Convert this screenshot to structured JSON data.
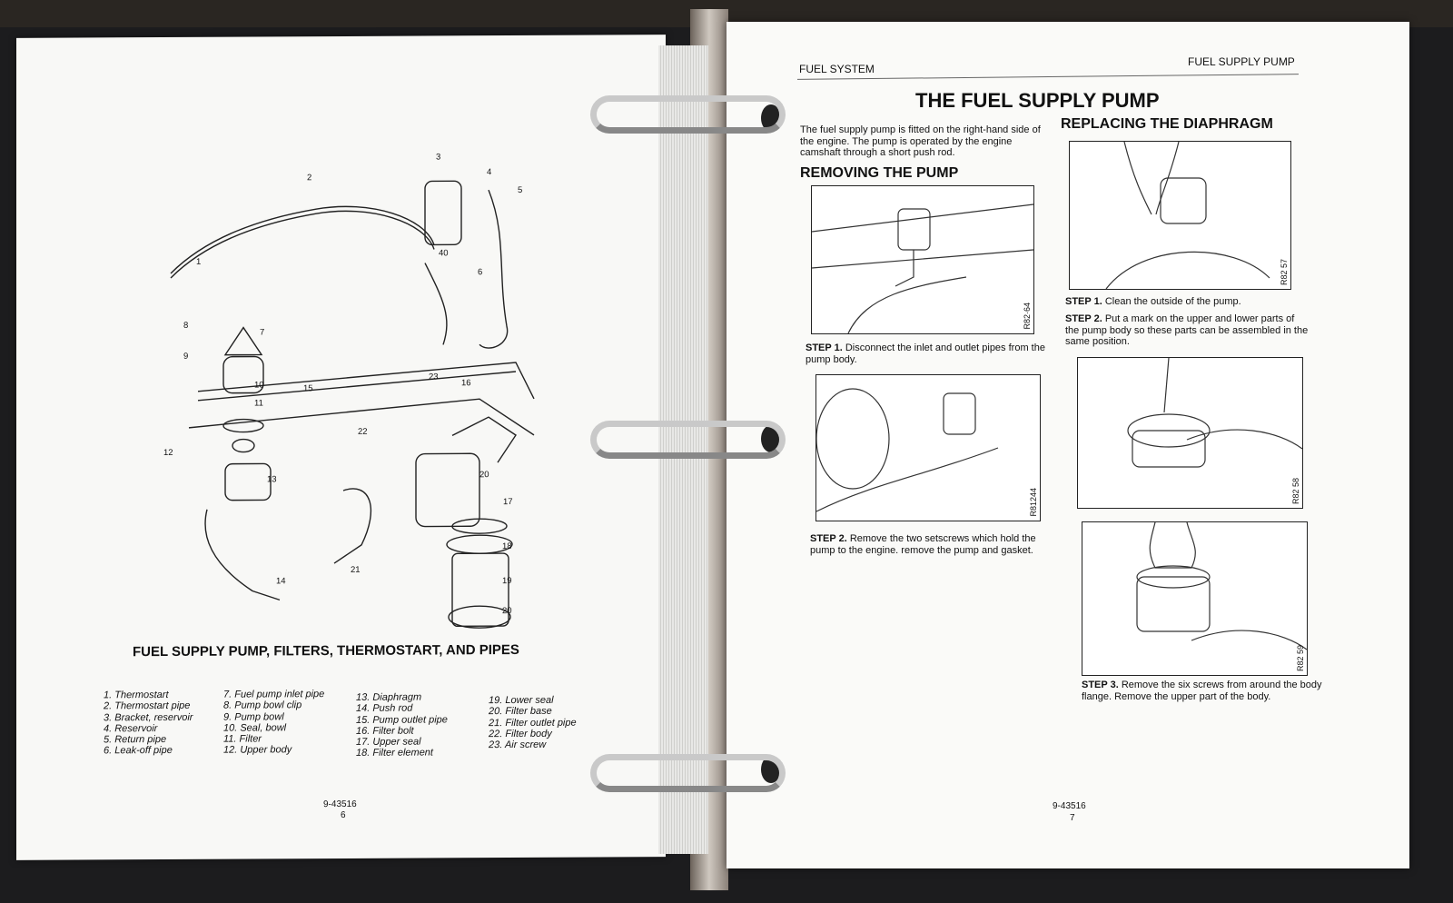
{
  "left_page": {
    "diagram_callouts": [
      "1",
      "2",
      "3",
      "4",
      "5",
      "6",
      "7",
      "8",
      "9",
      "10",
      "11",
      "12",
      "13",
      "14",
      "15",
      "16",
      "17",
      "18",
      "19",
      "20",
      "21",
      "22",
      "23",
      "40"
    ],
    "caption": "FUEL SUPPLY PUMP, FILTERS, THERMOSTART, AND PIPES",
    "parts_columns": [
      [
        "1. Thermostart",
        "2. Thermostart pipe",
        "3. Bracket, reservoir",
        "4. Reservoir",
        "5. Return pipe",
        "6. Leak-off pipe"
      ],
      [
        "7. Fuel pump inlet pipe",
        "8. Pump bowl clip",
        "9. Pump bowl",
        "10. Seal, bowl",
        "11. Filter",
        "12. Upper body"
      ],
      [
        "13. Diaphragm",
        "14. Push rod",
        "15. Pump outlet pipe",
        "16. Filter bolt",
        "17. Upper seal",
        "18. Filter element"
      ],
      [
        "19. Lower seal",
        "20. Filter base",
        "21. Filter outlet pipe",
        "22. Filter body",
        "23. Air screw"
      ]
    ],
    "footer_code": "9-43516",
    "page_number": "6"
  },
  "right_page": {
    "header_left": "FUEL SYSTEM",
    "header_right": "FUEL SUPPLY PUMP",
    "title": "THE FUEL SUPPLY PUMP",
    "intro": "The fuel supply pump is fitted on the right-hand side of the engine. The pump is operated by the engine camshaft through a short push rod.",
    "removing": {
      "heading": "REMOVING THE PUMP",
      "figures": [
        "R82·64",
        "R81244"
      ],
      "steps": [
        {
          "label": "STEP 1.",
          "text": "Disconnect the inlet and outlet pipes from the pump body."
        },
        {
          "label": "STEP 2.",
          "text": "Remove the two setscrews which hold the pump to the engine. remove the pump and gasket."
        }
      ]
    },
    "replacing": {
      "heading": "REPLACING THE DIAPHRAGM",
      "figures": [
        "R82 57",
        "R82 58",
        "R82 59"
      ],
      "steps": [
        {
          "label": "STEP 1.",
          "text": "Clean the outside of the pump."
        },
        {
          "label": "STEP 2.",
          "text": "Put a mark on the upper and lower parts of the pump body so these parts can be assembled in the same position."
        },
        {
          "label": "STEP 3.",
          "text": "Remove the six screws from around the body flange. Remove the upper part of the body."
        }
      ]
    },
    "footer_code": "9-43516",
    "page_number": "7"
  }
}
